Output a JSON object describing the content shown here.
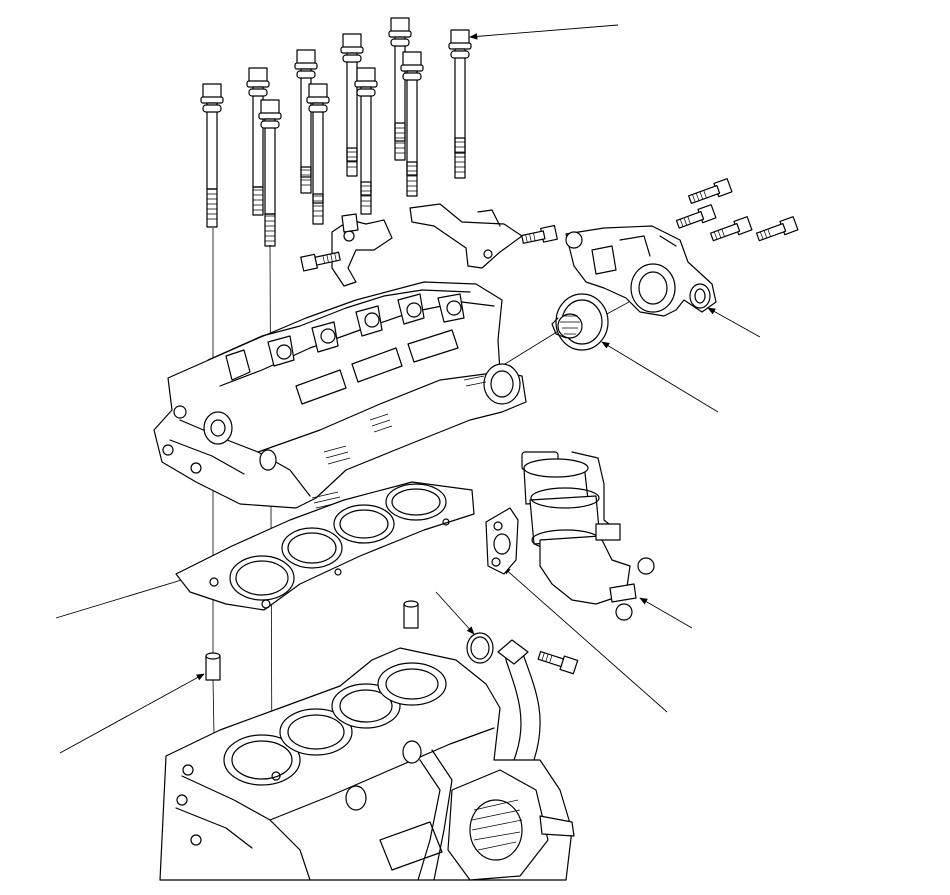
{
  "diagram": {
    "colors": {
      "line": "#000000",
      "background": "#ffffff"
    },
    "components": [
      "head-bolts",
      "cylinder-head",
      "thermostat-housing",
      "thermostat",
      "egr-valve",
      "egr-gasket",
      "head-gasket",
      "dowel-pins",
      "o-ring",
      "cylinder-block"
    ]
  }
}
